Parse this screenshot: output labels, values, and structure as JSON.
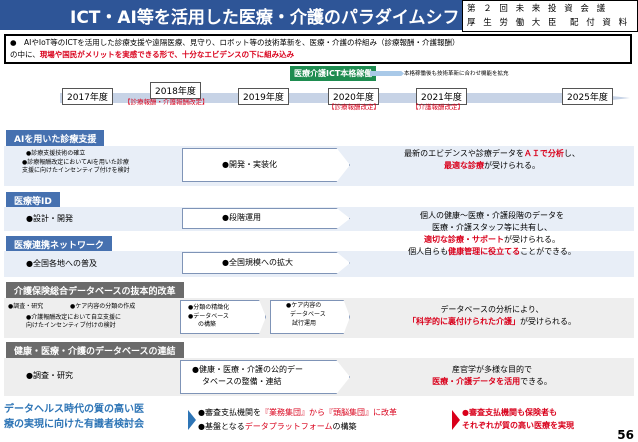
{
  "header": {
    "title": "ICT・AI等を活用した医療・介護のパラダイムシフト",
    "stamp_line1": "第 ２ 回 未 来 投 資 会 議",
    "stamp_line2": "厚 生 労 働 大 臣　配 付 資 料"
  },
  "summary": {
    "line1": "●　AIやIoT等のICTを活用した診療支援や遠隔医療、見守り、ロボット等の技術革新を、医療・介護の枠組み（診療報酬・介護報酬）",
    "line2_pre": "の中に、",
    "line2_red": "現場や国民がメリットを実感できる形で、十分なエビデンスの下に組み込み"
  },
  "ict_launch": {
    "badge": "医療介護ICT本格稼働",
    "note": "本格稼働後も技術革新に合わせ機能を拡充"
  },
  "years": {
    "y2017": "2017年度",
    "y2018": "2018年度",
    "y2019": "2019年度",
    "y2020": "2020年度",
    "y2021": "2021年度",
    "y2025": "2025年度",
    "rev_2018": "【診療報酬・介護報酬改定】",
    "rev_2020": "【診療報酬改定】",
    "rev_2021": "【介護報酬改定】"
  },
  "sections": {
    "ai": {
      "label": "AIを用いた診療支援",
      "item1": "●診療支援技術の確立",
      "item2": "●診療報酬改定においてAIを用いた診療",
      "item3": "支援に向けたインセンティブ付けを検討",
      "item4": "●開発・実装化",
      "result1_pre": "最新のエビデンスや診療データを",
      "result1_red": "ＡＩで分析",
      "result1_post": "し、",
      "result2_red": "最適な診療",
      "result2_post": "が受けられる。"
    },
    "iryoid": {
      "label": "医療等ID",
      "item1": "●設計・開発",
      "item2": "●段階運用"
    },
    "network": {
      "label": "医療連携ネットワーク",
      "item1": "●全国各地への普及",
      "item2": "●全国規模への拡大"
    },
    "id_result": {
      "line1": "個人の健康〜医療・介護段階のデータを",
      "line2": "医療・介護スタッフ等に共有し、",
      "line3_red": "適切な診療・サポート",
      "line3_post": "が受けられる。",
      "line4_pre": "個人自らも",
      "line4_red": "健康管理に役立てる",
      "line4_post": "ことができる。"
    },
    "insurance_db": {
      "label": "介護保険総合データベースの抜本的改革",
      "item1": "●調査・研究",
      "item2": "●ケア内容の分類の作成",
      "item3": "●介護報酬改定において自立支援に",
      "item4": "向けたインセンティブ付けの検討",
      "item5": "●分類の精緻化",
      "item6": "●データベース",
      "item7": "の構築",
      "item8": "●ケア内容の",
      "item9": "データベース",
      "item10": "試行運用",
      "result1": "データベースの分析により、",
      "result2_red": "「科学的に裏付けられた介護」",
      "result2_post": "が受けられる。"
    },
    "health_db": {
      "label": "健康・医療・介護のデータベースの連結",
      "item1": "●調査・研究",
      "item2": "●健康・医療・介護の公的デー",
      "item3": "タベースの整備・連結",
      "result1": "産官学が多様な目的で",
      "result2_red": "医療・介護データを活用",
      "result2_post": "できる。"
    }
  },
  "footer": {
    "left_line1": "データヘルス時代の質の高い医",
    "left_line2": "療の実現に向けた有識者検討会",
    "mid1_pre": "●審査支払機関を",
    "mid1_red": "『業務集団』から『頭脳集団』に改革",
    "mid2_pre": "●基盤となる",
    "mid2_red": "データプラットフォーム",
    "mid2_post": "の構築",
    "right1": "●審査支払機関も保険者も",
    "right2": "それぞれが質の高い医療を実現",
    "page": "56"
  },
  "colors": {
    "header_blue": "#2e5597",
    "accent_red": "#d9001b",
    "ict_green": "#1e8c50",
    "section_blue": "#4671b0"
  }
}
